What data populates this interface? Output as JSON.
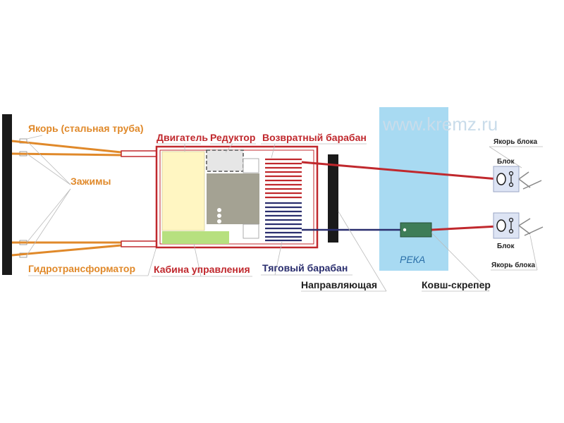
{
  "watermark": "www.kremz.ru",
  "labels": {
    "anchor_pipe": "Якорь (стальная труба)",
    "clamps": "Зажимы",
    "torque_converter": "Гидротрансформатор",
    "engine": "Двигатель",
    "reducer": "Редуктор",
    "return_drum": "Возвратный барабан",
    "control_cabin": "Кабина управления",
    "traction_drum": "Тяговый барабан",
    "guide": "Направляющая",
    "bucket_scraper": "Ковш-скрепер",
    "river": "РЕКА",
    "block_anchor_top": "Якорь блока",
    "block_top": "Блок",
    "block_bottom": "Блок",
    "block_anchor_bottom": "Якорь блока"
  },
  "colors": {
    "orange": "#e0892a",
    "red": "#c0282d",
    "navy": "#2a2e6e",
    "river": "#a8daf2",
    "engine": "#fff6c2",
    "cabin": "#b7e07f",
    "gearbox": "#a4a293"
  }
}
